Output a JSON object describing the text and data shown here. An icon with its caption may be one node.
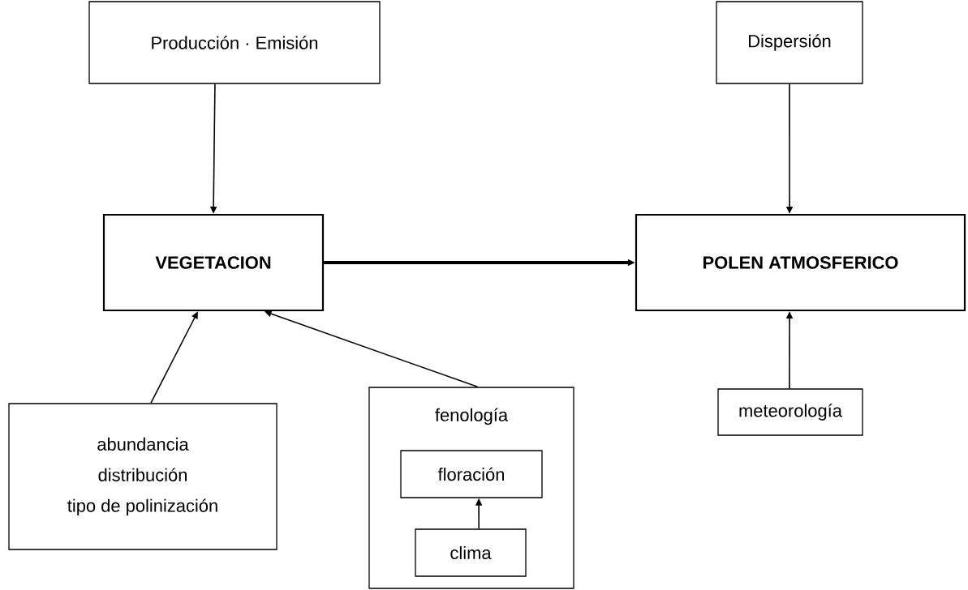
{
  "diagram": {
    "nodes": [
      {
        "text": [
          "Producción · Emisión"
        ]
      },
      {
        "text": [
          "Dispersión"
        ]
      },
      {
        "text": [
          "VEGETACION"
        ]
      },
      {
        "text": [
          "POLEN ATMOSFERICO"
        ]
      },
      {
        "text": [
          "abundancia",
          "distribución",
          "tipo de polinización"
        ]
      },
      {
        "text": [
          "fenología"
        ]
      },
      {
        "text": [
          "floración"
        ],
        "in": 5
      },
      {
        "text": [
          "clima"
        ],
        "in": 5
      },
      {
        "text": [
          "meteorología"
        ]
      }
    ],
    "edges": [
      {
        "from": 0,
        "to": 2,
        "arrow": "to"
      },
      {
        "from": 1,
        "to": 3,
        "arrow": "to"
      },
      {
        "from": 2,
        "to": 3,
        "arrow": "to",
        "style": "thick"
      },
      {
        "from": 4,
        "to": 2,
        "arrow": "to"
      },
      {
        "from": 5,
        "to": 2,
        "arrow": "to"
      },
      {
        "from": 7,
        "to": 6,
        "arrow": "to"
      },
      {
        "from": 8,
        "to": 3,
        "arrow": "to"
      }
    ]
  }
}
